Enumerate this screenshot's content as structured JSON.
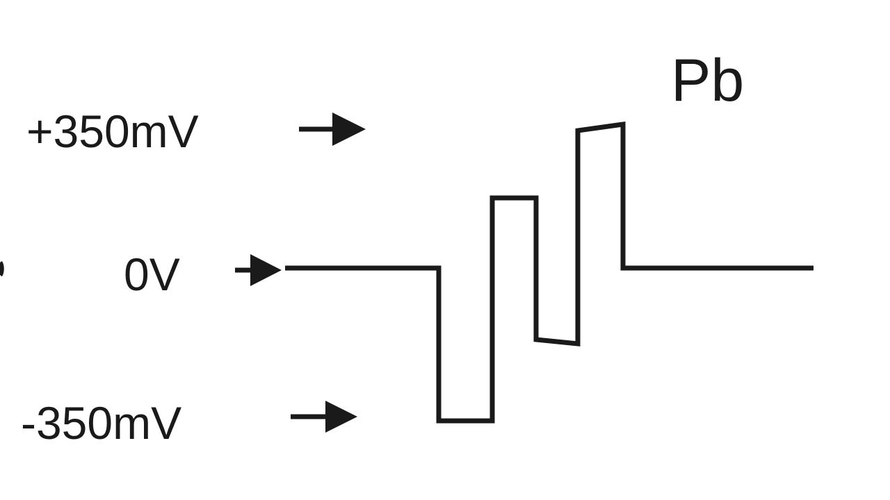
{
  "diagram": {
    "title": "Pb",
    "levels": [
      {
        "id": "positive",
        "label": "+350mV"
      },
      {
        "id": "zero",
        "label": "0V"
      },
      {
        "id": "negative",
        "label": "-350mV"
      }
    ]
  }
}
